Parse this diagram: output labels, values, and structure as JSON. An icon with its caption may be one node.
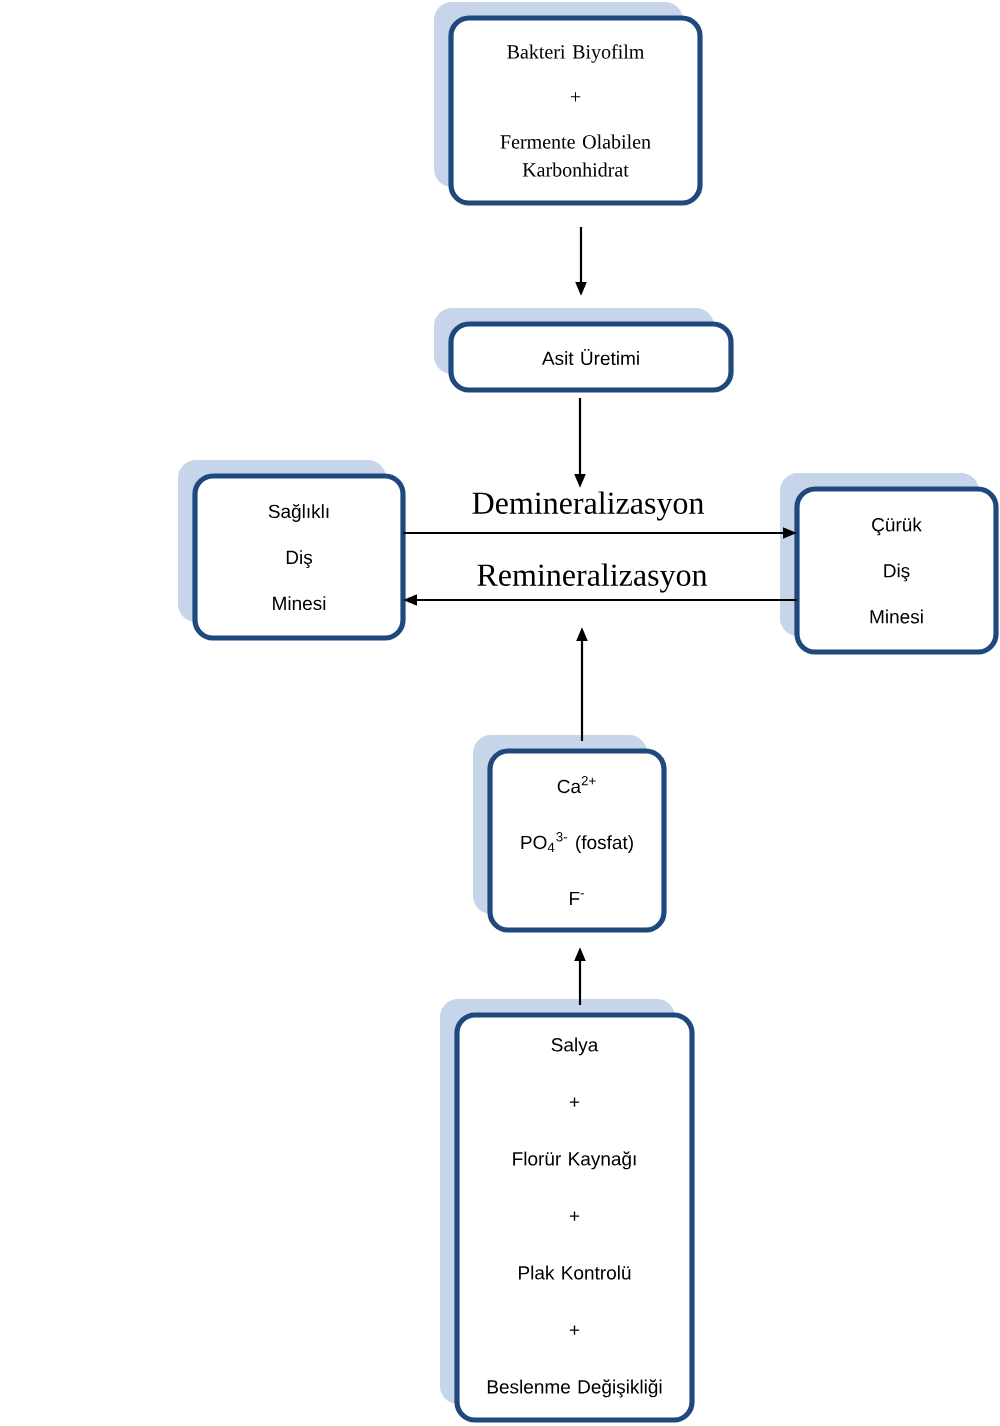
{
  "diagram": {
    "nodes": [
      {
        "text": [
          "Bakteri Biyofilm",
          "+",
          "Fermente Olabilen Karbonhidrat"
        ]
      },
      {
        "text": [
          "Asit Üretimi"
        ]
      },
      {
        "text": [
          "Sağlıklı",
          "Diş",
          "Minesi"
        ]
      },
      {
        "text": [
          "Çürük",
          "Diş",
          "Minesi"
        ]
      },
      {
        "text": [
          "Ca$^{2+}$",
          "PO$_{4}$$^{3-}$ (fosfat)",
          "F$^{-}$"
        ]
      },
      {
        "text": [
          "Salya",
          "+",
          "Florür Kaynağı",
          "+",
          "Plak Kontrolü",
          "+",
          "Beslenme Değişikliği"
        ]
      }
    ],
    "edges": [
      {
        "from": 0,
        "to": 1,
        "arrow": "to"
      },
      {
        "from": 1,
        "to": null,
        "arrow": "to"
      },
      {
        "from": 2,
        "to": 3,
        "arrow": "to",
        "label": "Demineralizasyon"
      },
      {
        "from": 3,
        "to": 2,
        "arrow": "to",
        "label": "Remineralizasyon"
      },
      {
        "from": 4,
        "to": null,
        "arrow": "to"
      },
      {
        "from": 5,
        "to": 4,
        "arrow": "to"
      }
    ]
  }
}
